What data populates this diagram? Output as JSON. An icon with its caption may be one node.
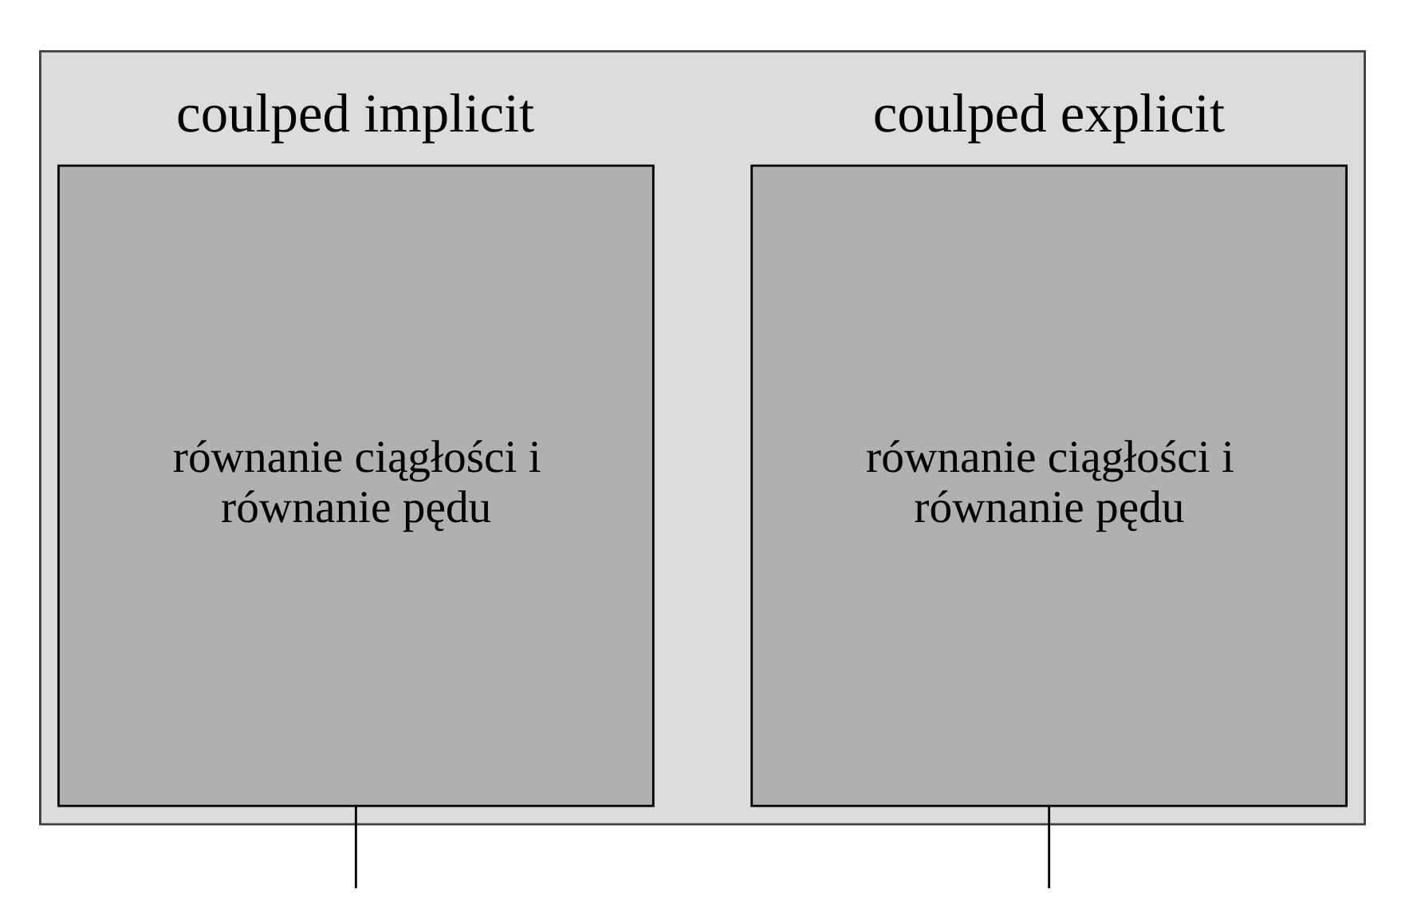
{
  "diagram": {
    "nodes": [
      {
        "text": [],
        "shape": "box"
      },
      {
        "text": [
          "coulped implicit",
          "równanie ciągłości i równanie pędu"
        ],
        "in": 0
      },
      {
        "text": [
          "coulped explicit",
          "równanie ciągłości i równanie pędu"
        ],
        "in": 0
      }
    ],
    "edges": [
      {
        "from": 1,
        "to": null,
        "arrow": "none"
      },
      {
        "from": 2,
        "to": null,
        "arrow": "none"
      }
    ]
  }
}
